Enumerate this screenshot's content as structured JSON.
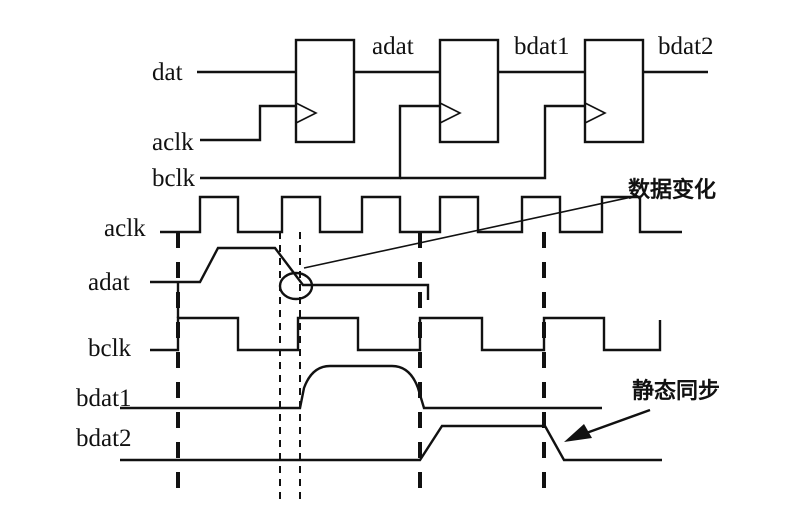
{
  "circuit": {
    "input_label": "dat",
    "clock_a_label": "aclk",
    "clock_b_label": "bclk",
    "stage1_output_label": "adat",
    "stage2_output_label": "bdat1",
    "stage3_output_label": "bdat2"
  },
  "timing": {
    "signals": [
      "aclk",
      "adat",
      "bclk",
      "bdat1",
      "bdat2"
    ]
  },
  "annotations": {
    "data_change": "数据变化",
    "static_sync": "静态同步"
  }
}
